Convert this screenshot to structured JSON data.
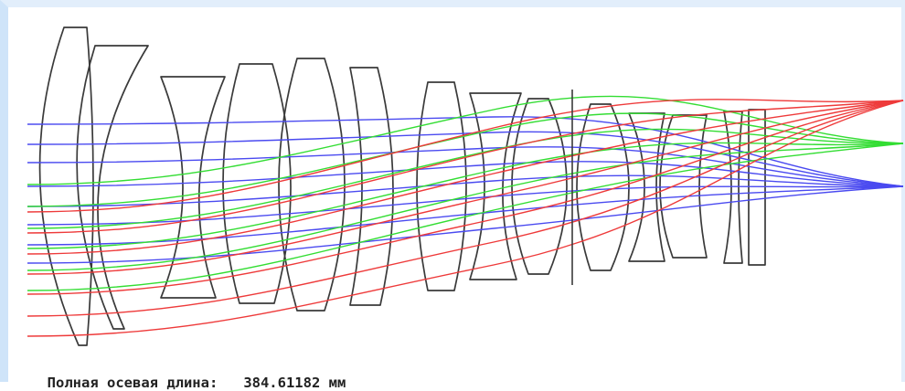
{
  "caption": {
    "label": "Полная осевая длина:",
    "value": "384.61182",
    "unit": "мм"
  },
  "colors": {
    "lens_outline": "#3a3a3a",
    "field_1": "#4a4af0",
    "field_2": "#33dd33",
    "field_3": "#ee3a3a",
    "frame": "#cfe4f9",
    "background": "#ffffff"
  },
  "fields": [
    {
      "key": "blue",
      "color_ref": "field_1"
    },
    {
      "key": "green",
      "color_ref": "field_2"
    },
    {
      "key": "red",
      "color_ref": "field_3"
    }
  ]
}
